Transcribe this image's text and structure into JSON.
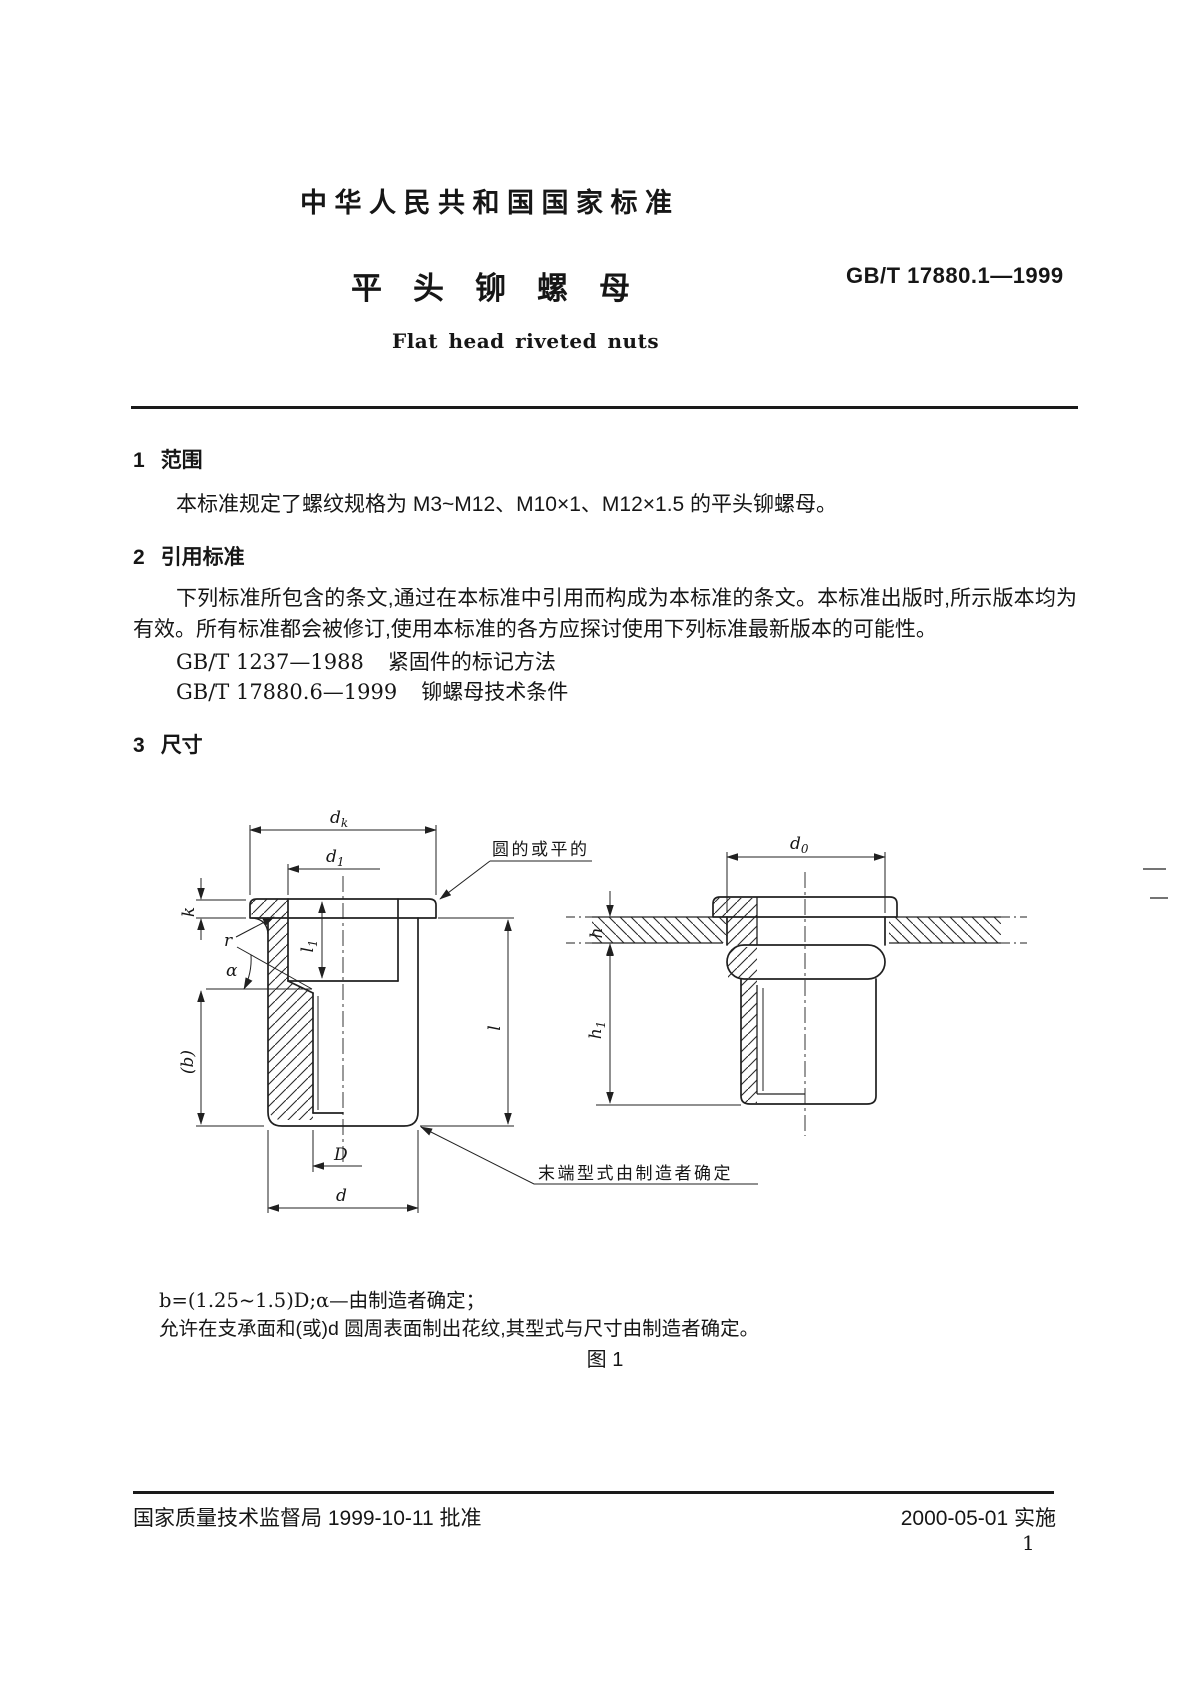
{
  "header": {
    "national_standard_title": "中华人民共和国国家标准",
    "doc_title": "平头铆螺母",
    "standard_code": "GB/T 17880.1—1999",
    "english_title": "Flat head riveted nuts"
  },
  "sections": {
    "scope": {
      "number": "1",
      "heading": "范围",
      "paragraph": "本标准规定了螺纹规格为 M3~M12、M10×1、M12×1.5 的平头铆螺母。"
    },
    "references": {
      "number": "2",
      "heading": "引用标准",
      "paragraph": "下列标准所包含的条文,通过在本标准中引用而构成为本标准的条文。本标准出版时,所示版本均为有效。所有标准都会被修订,使用本标准的各方应探讨使用下列标准最新版本的可能性。",
      "items": [
        {
          "code": "GB/T 1237—1988",
          "title": "紧固件的标记方法"
        },
        {
          "code": "GB/T 17880.6—1999",
          "title": "铆螺母技术条件"
        }
      ]
    },
    "dimensions": {
      "number": "3",
      "heading": "尺寸"
    }
  },
  "figure": {
    "caption": "图 1",
    "callout_top": "圆的或平的",
    "callout_bottom": "末端型式由制造者确定",
    "notes": [
      "b=(1.25~1.5)D;α—由制造者确定；",
      "允许在支承面和(或)d 圆周表面制出花纹,其型式与尺寸由制造者确定。"
    ],
    "dims": {
      "dk": {
        "base": "d",
        "sub": "k"
      },
      "d1": {
        "base": "d",
        "sub": "1"
      },
      "k": "k",
      "r": "r",
      "alpha": "α",
      "l1": {
        "base": "l",
        "sub": "1"
      },
      "b": "(b)",
      "l": "l",
      "D": "D",
      "d": "d",
      "d0": {
        "base": "d",
        "sub": "0"
      },
      "h": "h",
      "h1": {
        "base": "h",
        "sub": "1"
      }
    }
  },
  "footer": {
    "approval": "国家质量技术监督局 1999-10-11 批准",
    "implementation": "2000-05-01 实施",
    "page_number": "1"
  }
}
